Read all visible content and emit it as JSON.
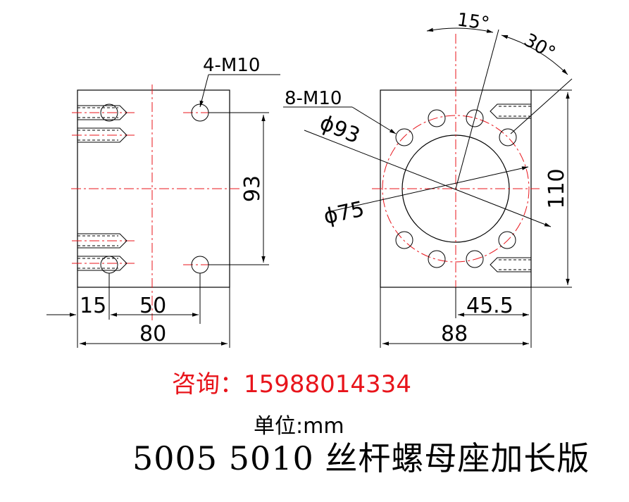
{
  "drawing": {
    "left_view": {
      "width_label": "80",
      "height_label": "93",
      "offset_label": "15",
      "spacing_label": "50",
      "hole_callout": "4-M10"
    },
    "right_view": {
      "width_label": "88",
      "height_label": "110",
      "offset_label": "45.5",
      "hole_callout": "8-M10",
      "pcd_label": "ϕ93",
      "bore_label": "ϕ75",
      "angle_1_label": "15°",
      "angle_2_label": "30°"
    }
  },
  "contact": "咨询：15988014334",
  "unit": "单位:mm",
  "title": "5005 5010 丝杆螺母座加长版",
  "colors": {
    "line": "#000000",
    "centerline": "#e8141b",
    "contact_text": "#e8141b"
  }
}
